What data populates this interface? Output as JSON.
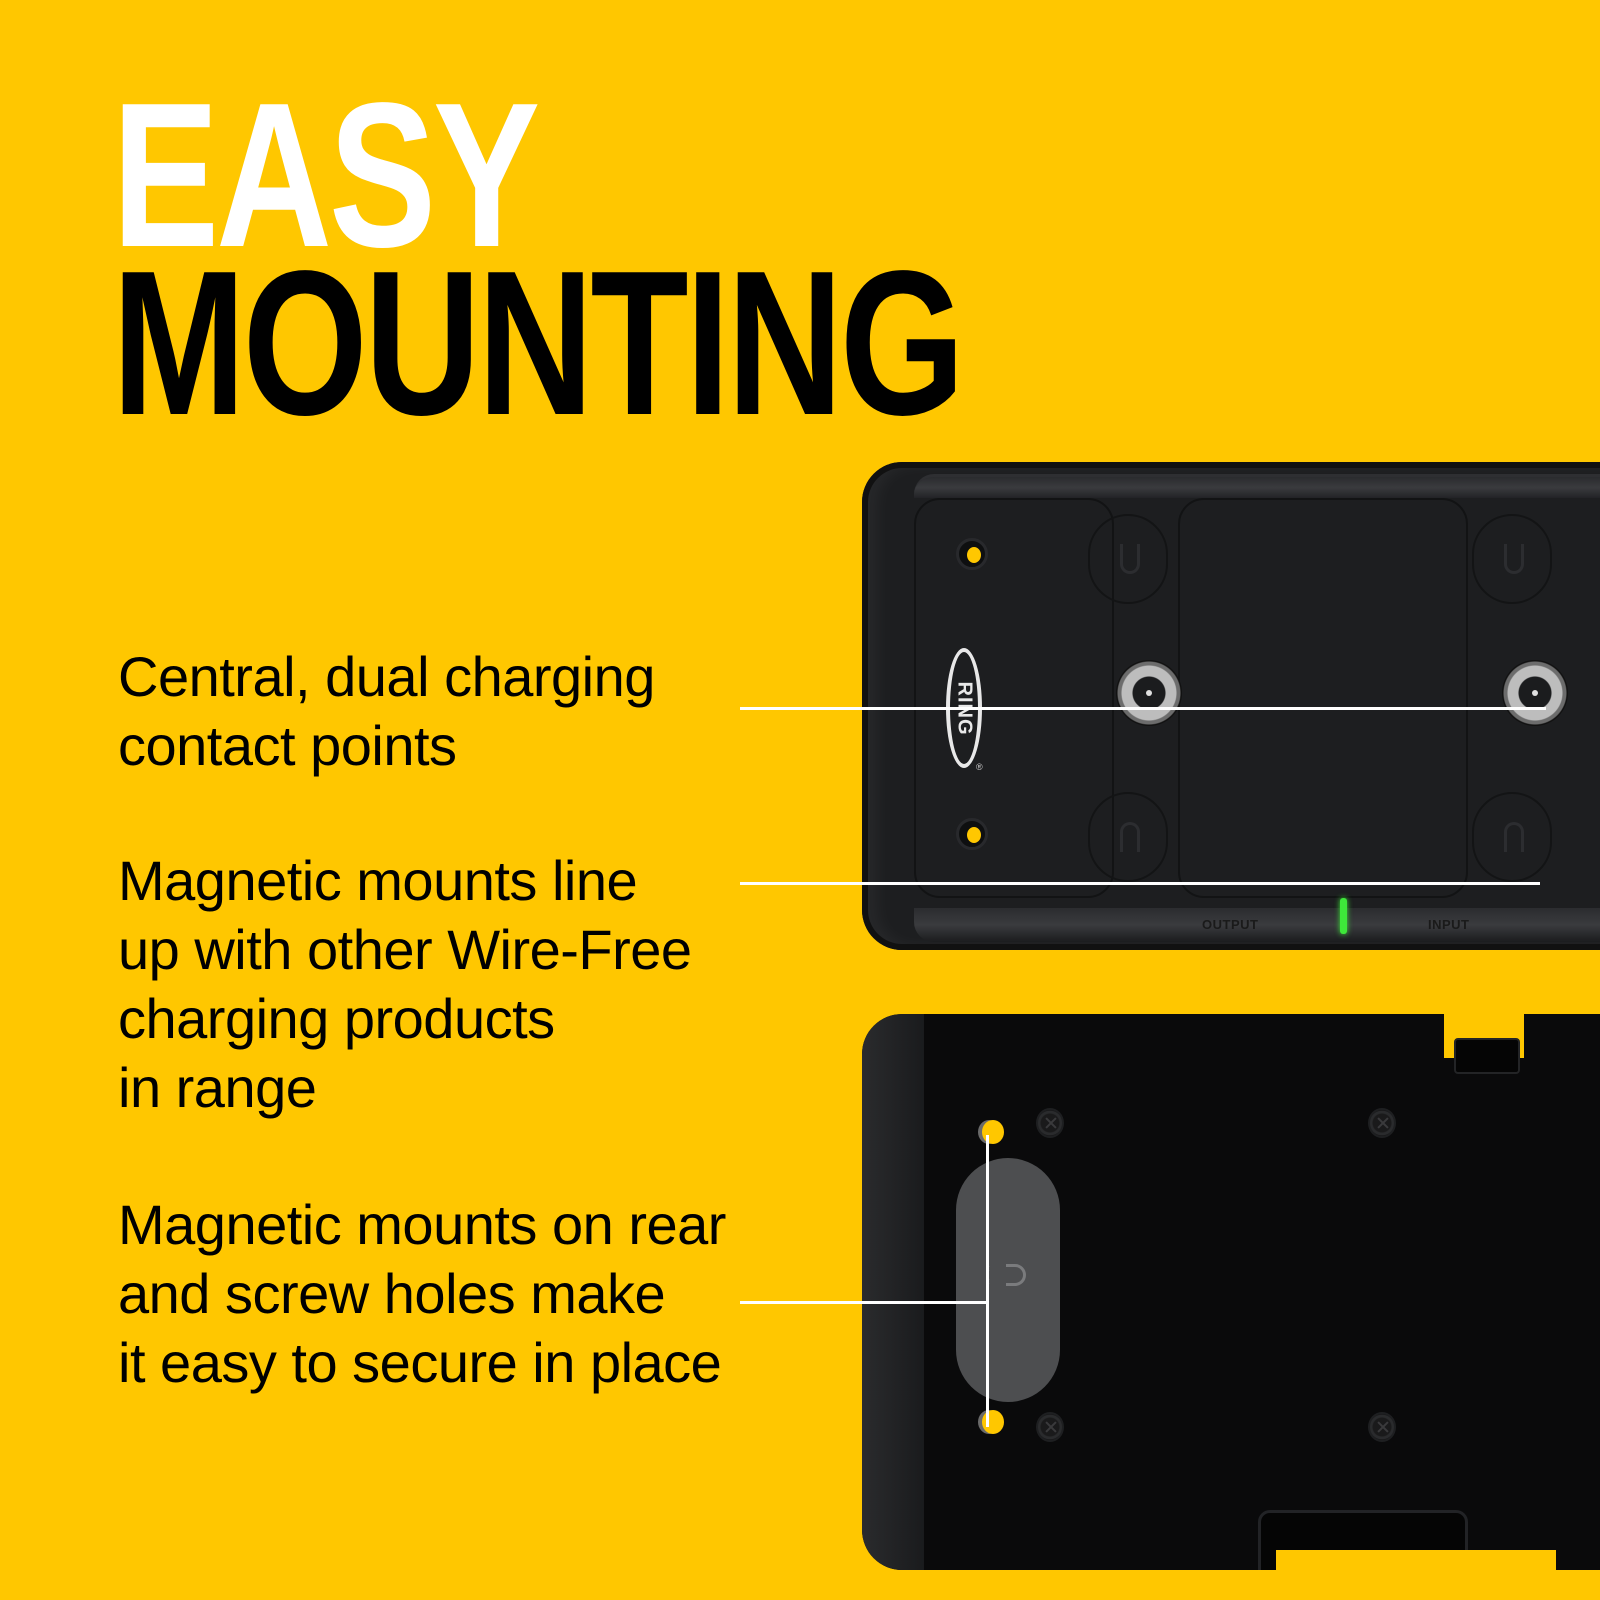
{
  "heading": {
    "line1": "EASY",
    "line2": "MOUNTING"
  },
  "callouts": [
    {
      "lines": [
        "Central, dual charging",
        "contact points"
      ]
    },
    {
      "lines": [
        "Magnetic mounts line",
        "up with other Wire-Free",
        "charging products",
        "in range"
      ]
    },
    {
      "lines": [
        "Magnetic mounts on rear",
        "and screw holes make",
        "it easy to secure in place"
      ]
    }
  ],
  "device_top": {
    "brand_logo": "RING",
    "registered_mark": "®",
    "port_labels": {
      "output": "OUTPUT",
      "input": "INPUT"
    },
    "led_color": "#3EE83A"
  },
  "device_bottom": {
    "magnet_icon": "magnet-icon"
  },
  "colors": {
    "background": "#FFC700",
    "heading_line1": "#FFFFFF",
    "heading_line2": "#000000",
    "callout_text": "#000000",
    "leader_lines": "#FFFFFF",
    "device_body": "#1D1E20"
  }
}
